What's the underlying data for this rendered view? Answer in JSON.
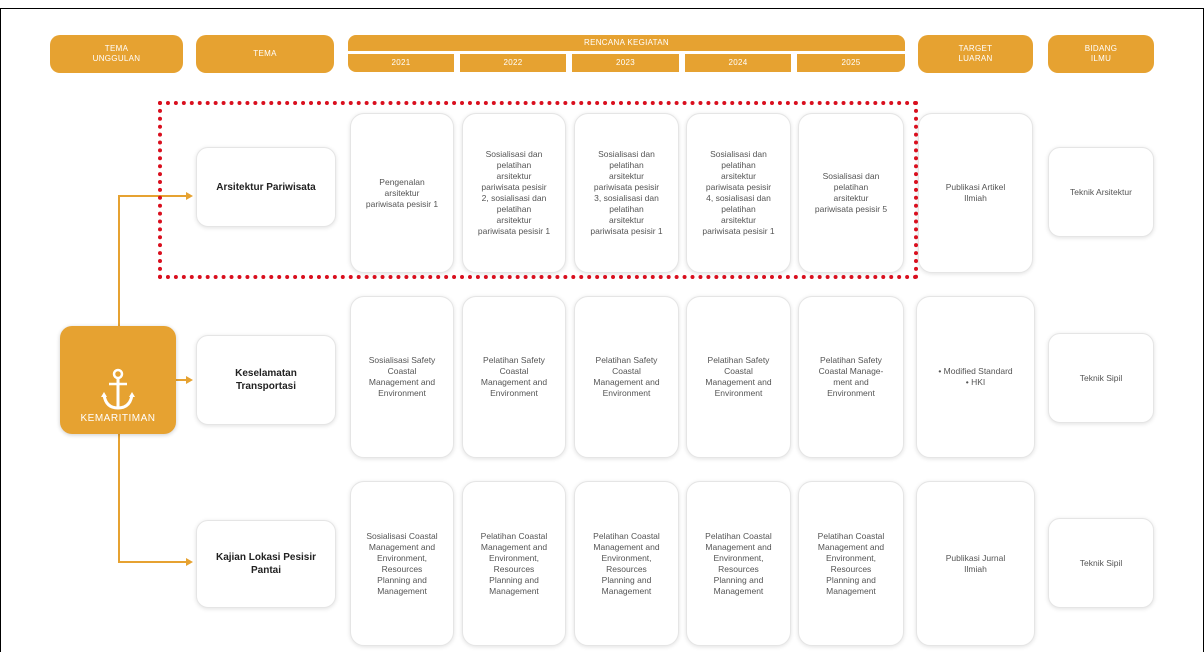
{
  "headers": {
    "tema_unggulan": "TEMA\nUNGGULAN",
    "tema": "TEMA",
    "rencana_kegiatan": "RENCANA KEGIATAN",
    "years": [
      "2021",
      "2022",
      "2023",
      "2024",
      "2025"
    ],
    "target_luaran": "TARGET\nLUARAN",
    "bidang_ilmu": "BIDANG\nILMU"
  },
  "hub": {
    "label": "KEMARITIMAN",
    "icon": "anchor-icon"
  },
  "rows": [
    {
      "theme": "Arsitektur Pariwisata",
      "plans": [
        "Pengenalan\narsitektur\npariwisata pesisir 1",
        "Sosialisasi dan\npelatihan\narsitektur\npariwisata pesisir\n2, sosialisasi dan\npelatihan\narsitektur\npariwisata pesisir 1",
        "Sosialisasi dan\npelatihan\narsitektur\npariwisata pesisir\n3, sosialisasi dan\npelatihan\narsitektur\npariwisata pesisir 1",
        "Sosialisasi dan\npelatihan\narsitektur\npariwisata pesisir\n4, sosialisasi dan\npelatihan\narsitektur\npariwisata pesisir 1",
        "Sosialisasi dan\npelatihan\narsitektur\npariwisata pesisir 5"
      ],
      "target": "Publikasi Artikel\nIlmiah",
      "field": "Teknik Arsitektur"
    },
    {
      "theme": "Keselamatan\nTransportasi",
      "plans": [
        "Sosialisasi Safety\nCoastal\nManagement and\nEnvironment",
        "Pelatihan Safety\nCoastal\nManagement and\nEnvironment",
        "Pelatihan Safety\nCoastal\nManagement and\nEnvironment",
        "Pelatihan Safety\nCoastal\nManagement and\nEnvironment",
        "Pelatihan Safety\nCoastal Manage-\nment and\nEnvironment"
      ],
      "target": "• Modified Standard\n• HKI",
      "field": "Teknik Sipil"
    },
    {
      "theme": "Kajian Lokasi Pesisir\nPantai",
      "plans": [
        "Sosialisasi Coastal\nManagement and\nEnvironment,\nResources\nPlanning and\nManagement",
        "Pelatihan Coastal\nManagement and\nEnvironment,\nResources\nPlanning and\nManagement",
        "Pelatihan Coastal\nManagement and\nEnvironment,\nResources\nPlanning and\nManagement",
        "Pelatihan Coastal\nManagement and\nEnvironment,\nResources\nPlanning and\nManagement",
        "Pelatihan Coastal\nManagement and\nEnvironment,\nResources\nPlanning and\nManagement"
      ],
      "target": "Publikasi Jurnal\nIlmiah",
      "field": "Teknik Sipil"
    }
  ],
  "colors": {
    "accent": "#e6a231",
    "highlight": "#d90f1e"
  }
}
